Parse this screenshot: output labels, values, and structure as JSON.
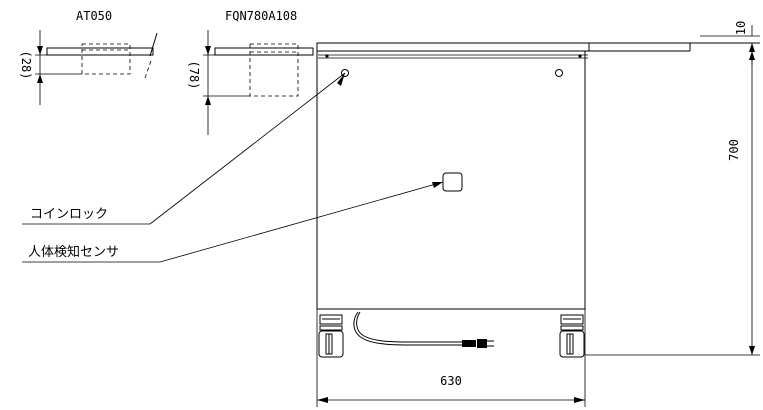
{
  "labels": {
    "detail_a_title": "AT050",
    "detail_a_dim": "(28)",
    "detail_b_title": "FQN780A108",
    "detail_b_dim": "(78)",
    "dim_top": "10",
    "dim_height": "700",
    "dim_width": "630",
    "callout_coin_lock": "コインロック",
    "callout_sensor": "人体検知センサ"
  }
}
